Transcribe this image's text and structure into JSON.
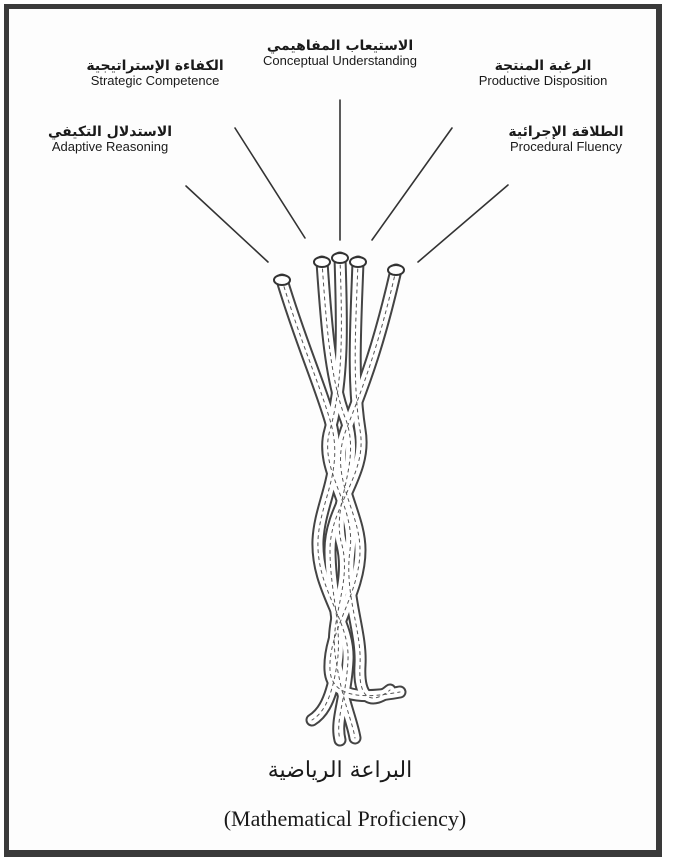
{
  "strands": [
    {
      "id": "strategic",
      "ar": "الكفاءة الإستراتيجية",
      "en": "Strategic Competence"
    },
    {
      "id": "conceptual",
      "ar": "الاستيعاب المفاهيمي",
      "en": "Conceptual Understanding"
    },
    {
      "id": "productive",
      "ar": "الرغبة المنتجة",
      "en": "Productive Disposition"
    },
    {
      "id": "adaptive",
      "ar": "الاستدلال التكيفي",
      "en": "Adaptive Reasoning"
    },
    {
      "id": "procedural",
      "ar": "الطلاقة الإجرائية",
      "en": "Procedural Fluency"
    }
  ],
  "title": {
    "ar": "البراعة الرياضية",
    "en": "(Mathematical Proficiency)"
  }
}
